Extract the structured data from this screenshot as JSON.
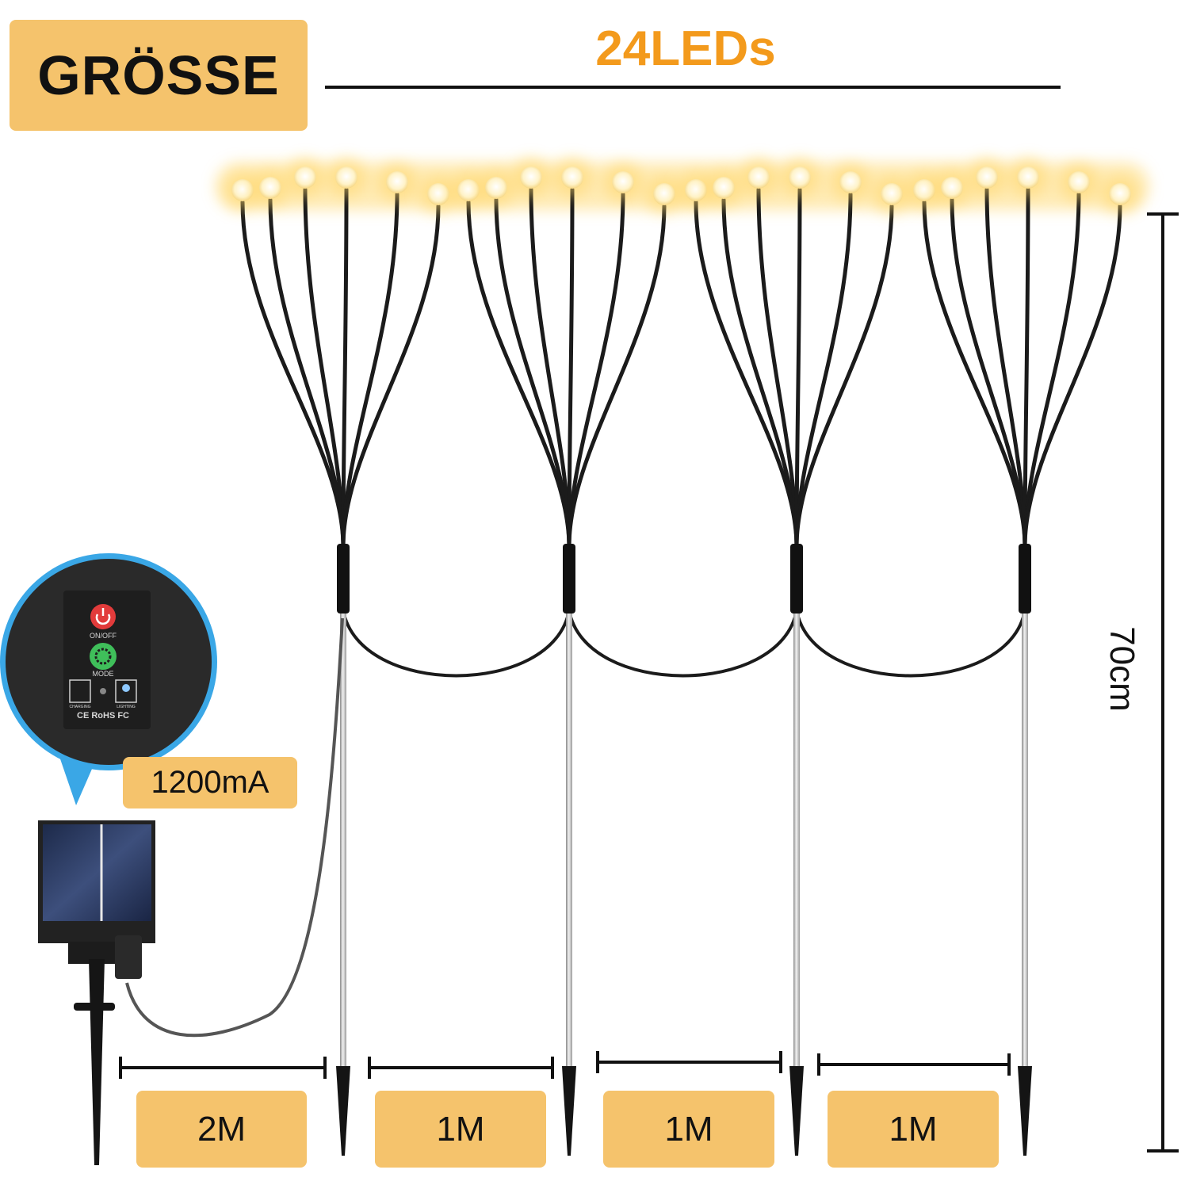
{
  "title": "GRÖSSE",
  "led_count_label": "24LEDs",
  "battery_capacity": "1200mA",
  "height_label": "70cm",
  "spacing_labels": [
    "2M",
    "1M",
    "1M",
    "1M"
  ],
  "controller": {
    "power_label": "ON/OFF",
    "mode_label": "MODE",
    "charging_label": "CHARGING",
    "lighting_label": "LIGHTING",
    "certifications": "CE RoHS FC"
  },
  "colors": {
    "accent_orange": "#f39a1c",
    "tag_fill": "#f5c36c",
    "led_glow": "#ffd76a",
    "stem": "#1b1b1b",
    "power_button": "#e23b3b",
    "mode_button": "#3fbf5a",
    "controller_bubble": "#2a2a2a",
    "callout_pointer": "#3aa7e6"
  },
  "icons": [
    "power-icon",
    "gear-icon",
    "solar-panel-icon",
    "bulb-icon",
    "wifi-icon"
  ]
}
